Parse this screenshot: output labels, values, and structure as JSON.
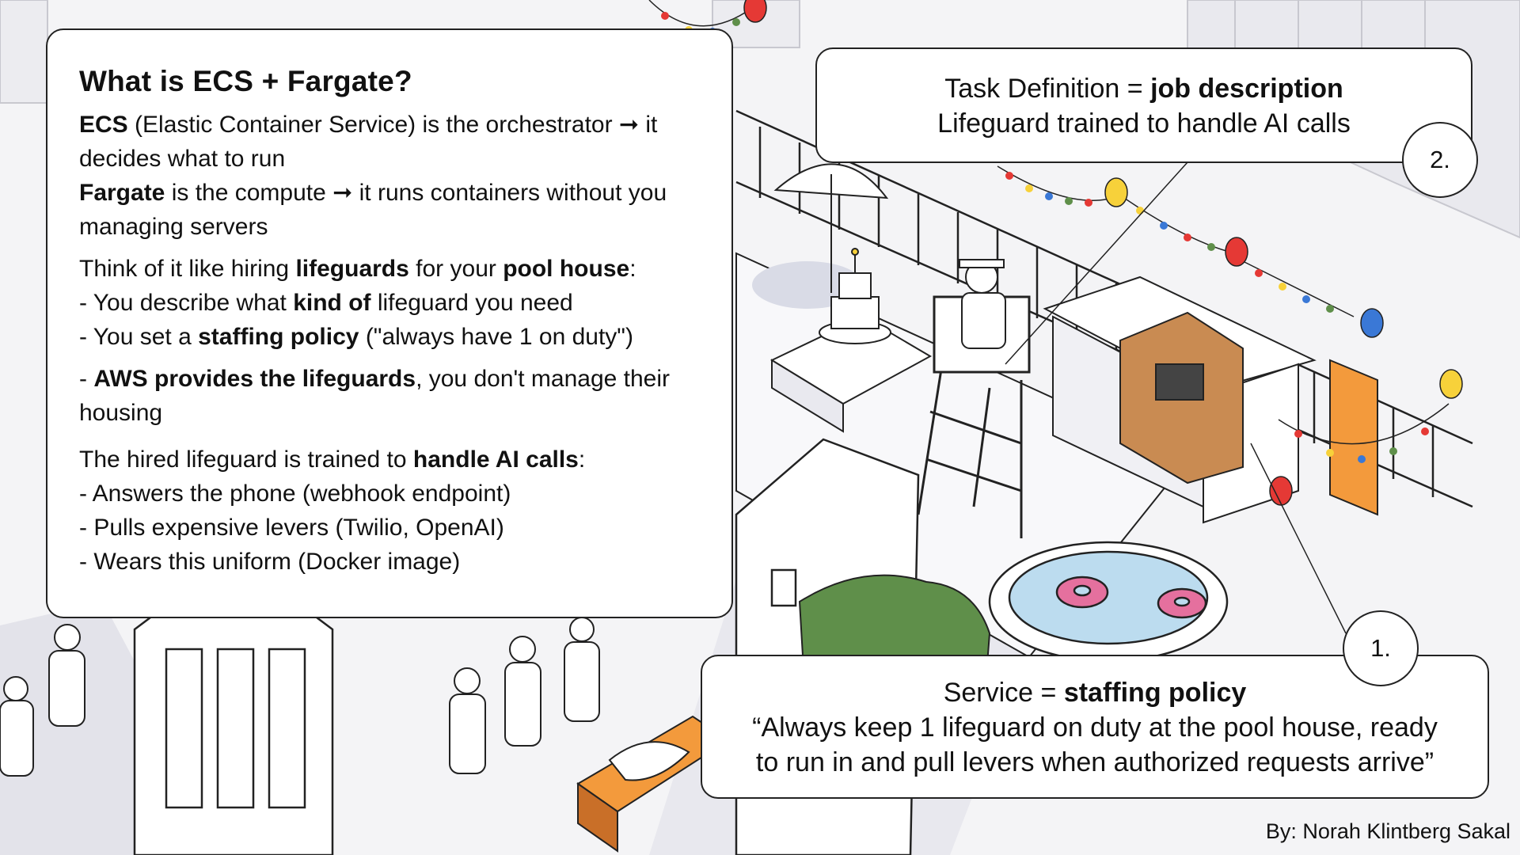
{
  "intro": {
    "title": "What is ECS + Fargate?",
    "ecs": {
      "term": "ECS",
      "rest": " (Elastic Container Service) is the orchestrator ➞ it decides what to run"
    },
    "fargate": {
      "term": "Fargate",
      "rest": " is the compute ➞ it runs containers without you managing servers"
    },
    "analogy": {
      "pre": "Think of it like hiring ",
      "b1": "lifeguards",
      "mid": " for your ",
      "b2": "pool house",
      "post": ":"
    },
    "bullet_kind": {
      "pre": "- You describe what ",
      "bold": "kind of",
      "post": " lifeguard you need"
    },
    "bullet_policy": {
      "pre": "- You set a ",
      "bold": "staffing policy",
      "post": " (\"always have 1 on duty\")"
    },
    "bullet_aws": {
      "pre": "- ",
      "bold": "AWS provides the lifeguards",
      "post": ", you don't manage their housing"
    },
    "trained": {
      "pre": "The hired lifeguard is trained to ",
      "bold": "handle AI calls",
      "post": ":"
    },
    "bullets_ai": [
      "- Answers the phone (webhook endpoint)",
      "- Pulls expensive levers (Twilio, OpenAI)",
      "- Wears this uniform (Docker image)"
    ]
  },
  "task_definition": {
    "pre": "Task Definition = ",
    "bold": "job description",
    "line2": "Lifeguard trained to handle AI calls",
    "number": "2."
  },
  "service": {
    "pre": "Service = ",
    "bold": "staffing policy",
    "line2": "“Always keep 1 lifeguard on duty at the pool house, ready",
    "line3": "to run in and pull levers when authorized requests arrive”",
    "number": "1."
  },
  "byline": "By: Norah Klintberg Sakal",
  "colors": {
    "orange": "#f39a3c",
    "pool_blue": "#bcdcef",
    "donut_pink": "#e5709e",
    "tree_green": "#5f8f4a",
    "wood": "#b77a45",
    "balloon_red": "#e53935",
    "balloon_yellow": "#f7d13a",
    "balloon_blue": "#3a78d6"
  }
}
